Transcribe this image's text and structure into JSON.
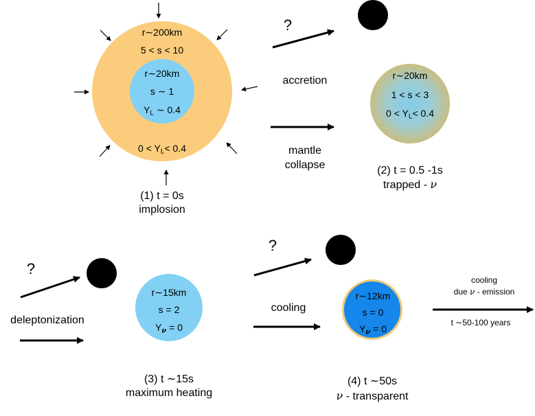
{
  "stage1": {
    "outer_r": "r∼200km",
    "outer_s": "5 < s < 10",
    "inner_r": "r∼20km",
    "inner_s": "s ∼ 1",
    "inner_y_prefix": "Y",
    "inner_y_sub": "L",
    "inner_y_suffix": " ∼ 0.4",
    "outer_y_prefix": "0 < Y",
    "outer_y_sub": "L",
    "outer_y_suffix": "< 0.4",
    "caption_1": "(1) t = 0s",
    "caption_2": "implosion"
  },
  "stage2": {
    "r": "r∼20km",
    "s": "1 < s < 3",
    "y_prefix": "0 < Y",
    "y_sub": "L",
    "y_suffix": "< 0.4",
    "caption_1": "(2) t = 0.5 -1s",
    "caption_2_prefix": "trapped - ",
    "caption_2_nu": "ν"
  },
  "stage3": {
    "r": "r∼15km",
    "s": "s = 2",
    "y_prefix": "Y",
    "y_sub": "ν",
    "y_suffix": " = 0",
    "caption_1": "(3) t ∼15s",
    "caption_2": "maximum heating"
  },
  "stage4": {
    "r": "r∼12km",
    "s": "s = 0",
    "y_prefix": "Y",
    "y_sub": "ν",
    "y_suffix": " = 0",
    "caption_1": "(4) t ∼50s",
    "caption_2_nu": "ν",
    "caption_2_suffix": " - transparent"
  },
  "transitions": {
    "question_mark": "?",
    "accretion": "accretion",
    "mantle_1": "mantle",
    "mantle_2": "collapse",
    "deleptonization": "deleptonization",
    "cooling": "cooling",
    "final_1": "cooling",
    "final_2_prefix": "due ",
    "final_2_nu": "ν",
    "final_2_suffix": " - emission",
    "final_3": "t ∼50-100 years"
  },
  "colors": {
    "mantle": "#fbcc7b",
    "core_light_blue": "#82d1f5",
    "core_blue": "#1586ea",
    "neutron_ring": "#f3c878",
    "black_hole": "#000000",
    "gradient_inner": "#82cce9",
    "gradient_outer": "#c8bd84"
  }
}
